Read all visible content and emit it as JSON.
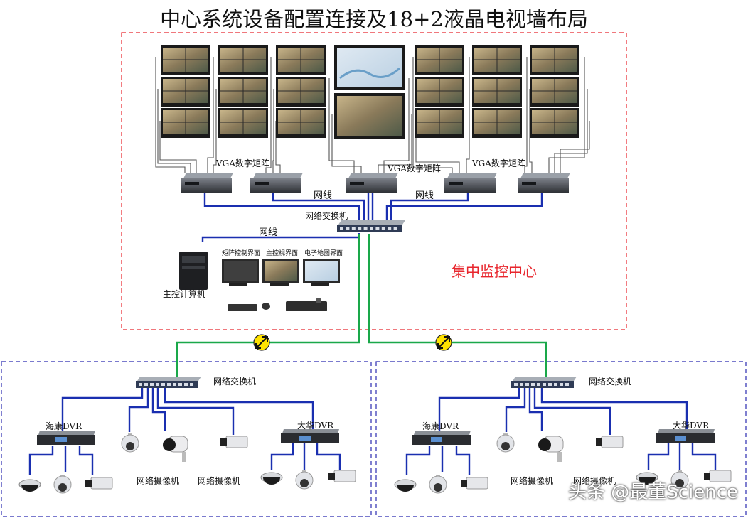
{
  "title": "中心系统设备配置连接及18+2液晶电视墙布局",
  "center_zone_label": "集中监控中心",
  "labels": {
    "vga_matrix": "VGA数字矩阵",
    "network_cable": "网线",
    "network_switch": "网络交换机",
    "matrix_control_ui": "矩阵控制界面",
    "main_control_ui": "主控视界面",
    "e_map_ui": "电子地图界面",
    "main_computer": "主控计算机",
    "hikvision_dvr": "海康DVR",
    "dahua_dvr": "大华DVR",
    "network_camera": "网络摄像机"
  },
  "watermark": "头条 @最董Science",
  "colors": {
    "network_line": "#1a2fb0",
    "uplink_line": "#1aa84a",
    "center_border": "#e8262d",
    "site_border": "#2b2bb0"
  }
}
